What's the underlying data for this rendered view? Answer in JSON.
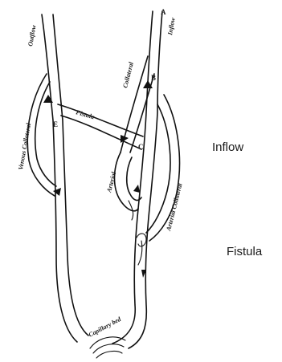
{
  "vessel_labels": {
    "outflow": "Outflow",
    "inflow_top": "Inflow",
    "collateral_top": "Collateral",
    "fistula_branch": "Fistula",
    "venous_collateral": "Venous Collateral",
    "arterial": "Arterial",
    "arterial_collateral": "Arterial Collateral",
    "capillary_bed": "Capillary bed"
  },
  "point_labels": {
    "a": "A",
    "b": "B",
    "c": "C",
    "e": "E"
  },
  "side_labels": {
    "inflow": "Inflow",
    "fistula": "Fistula"
  }
}
